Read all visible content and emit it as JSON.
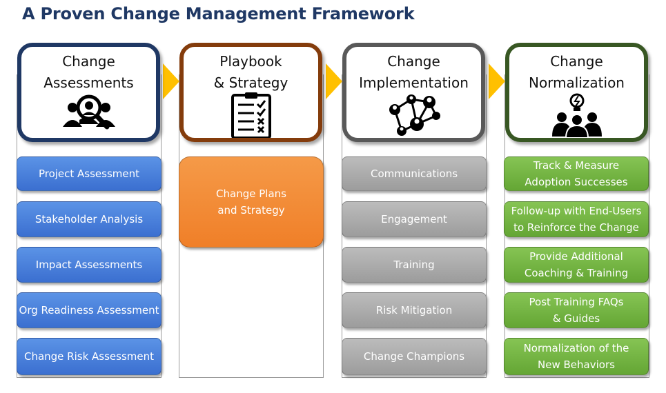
{
  "page": {
    "title": "A Proven Change Management Framework"
  },
  "columns": [
    {
      "title": "Change\nAssessments",
      "icon": "team-search-icon",
      "color": "#1f3864",
      "items": [
        "Project Assessment",
        "Stakeholder Analysis",
        "Impact Assessments",
        "Org Readiness Assessment",
        "Change Risk Assessment"
      ]
    },
    {
      "title": "Playbook\n& Strategy",
      "icon": "clipboard-checklist-icon",
      "color": "#843c0c",
      "items": [
        "Change Plans\nand Strategy"
      ]
    },
    {
      "title": "Change\nImplementation",
      "icon": "network-people-icon",
      "color": "#595959",
      "items": [
        "Communications",
        "Engagement",
        "Training",
        "Risk Mitigation",
        "Change Champions"
      ]
    },
    {
      "title": "Change\nNormalization",
      "icon": "group-idea-icon",
      "color": "#385723",
      "items": [
        "Track & Measure\nAdoption Successes",
        "Follow-up with End-Users\nto Reinforce the Change",
        "Provide Additional\nCoaching & Training",
        "Post Training FAQs\n& Guides",
        "Normalization of the\nNew Behaviors"
      ]
    }
  ],
  "arrow_color": "#ffc000"
}
